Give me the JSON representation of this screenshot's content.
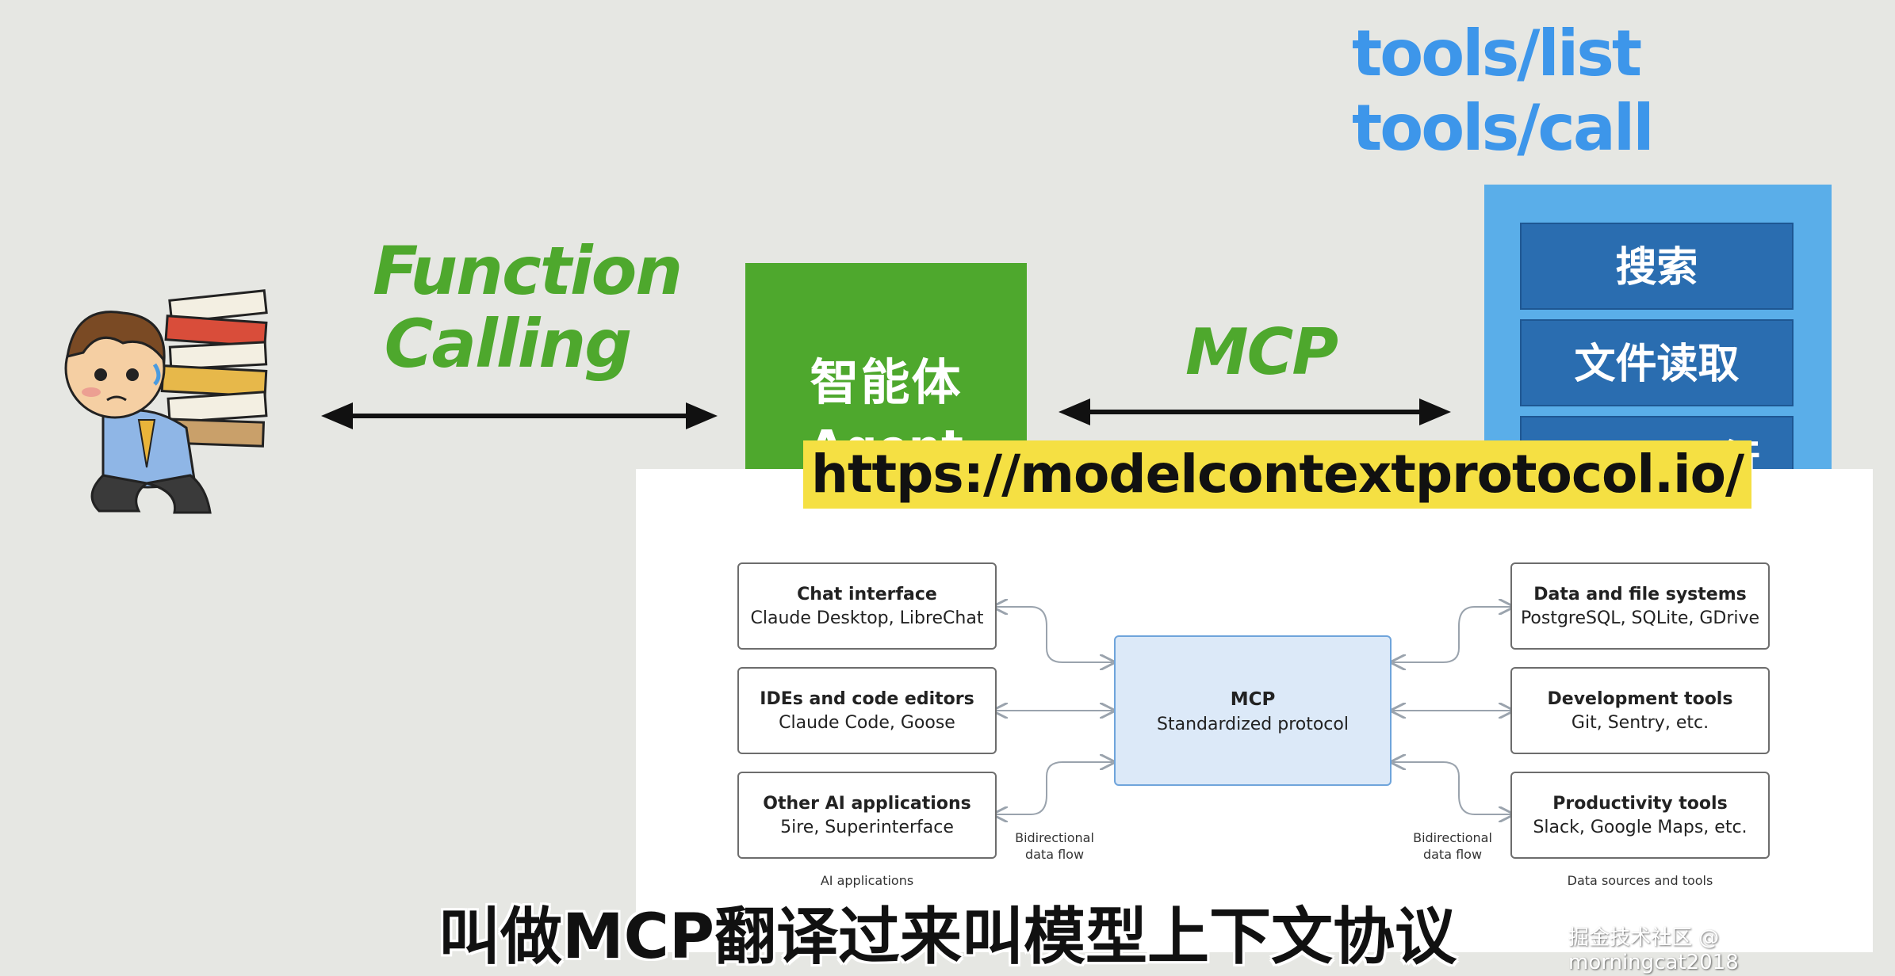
{
  "tools_labels": [
    "tools/list",
    "tools/call"
  ],
  "function_calling": [
    "Function",
    "Calling"
  ],
  "agent": {
    "zh": "智能体",
    "en": "Agent"
  },
  "mcp_label": "MCP",
  "tool_items": [
    "搜索",
    "文件读取",
    "行"
  ],
  "url": "https://modelcontextprotocol.io/",
  "diagram": {
    "left_boxes": [
      {
        "title": "Chat interface",
        "sub": "Claude Desktop, LibreChat"
      },
      {
        "title": "IDEs and code editors",
        "sub": "Claude Code, Goose"
      },
      {
        "title": "Other AI applications",
        "sub": "5ire, Superinterface"
      }
    ],
    "right_boxes": [
      {
        "title": "Data and file systems",
        "sub": "PostgreSQL, SQLite, GDrive"
      },
      {
        "title": "Development tools",
        "sub": "Git, Sentry, etc."
      },
      {
        "title": "Productivity tools",
        "sub": "Slack, Google Maps, etc."
      }
    ],
    "center": {
      "title": "MCP",
      "sub": "Standardized protocol"
    },
    "flow_label": [
      "Bidirectional",
      "data flow"
    ],
    "left_caption": "AI applications",
    "right_caption": "Data sources and tools"
  },
  "subtitle": "叫做MCP翻译过来叫模型上下文协议",
  "watermark": "掘金技术社区 @ morningcat2018",
  "colors": {
    "background": "#e6e7e3",
    "green": "#4ea82d",
    "blue_panel": "#5aaee9",
    "blue_item": "#2a6db0",
    "tools_text": "#3d96ea",
    "banner": "#f5e043",
    "mcp_box": "#dce9f8"
  },
  "icons": [
    "stressed-worker-illustration"
  ]
}
